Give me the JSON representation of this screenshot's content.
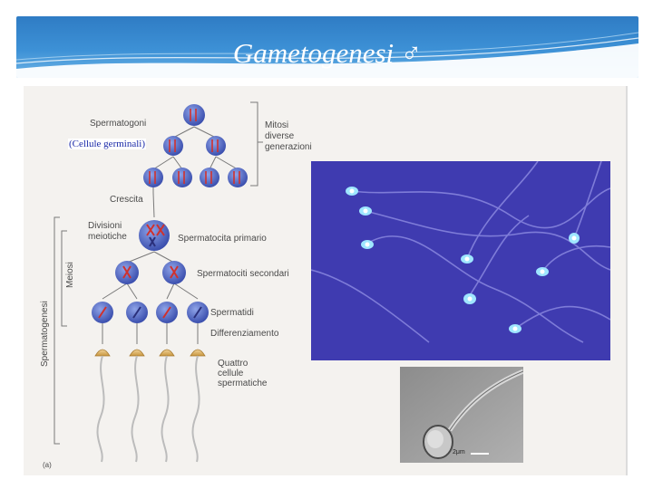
{
  "slide": {
    "title": "Gametogenesi ♂",
    "annotation": "(Cellule germinali)"
  },
  "diagram": {
    "labels": {
      "spermatogoni": "Spermatogoni",
      "mitosi": "Mitosi",
      "diverse": "diverse",
      "generazioni": "generazioni",
      "crescita": "Crescita",
      "divisioni": "Divisioni",
      "meiotiche": "meiotiche",
      "spermatocita_primario": "Spermatocita primario",
      "spermatociti_secondari": "Spermatociti secondari",
      "spermatidi": "Spermatidi",
      "differenziamento": "Differenziamento",
      "quattro": "Quattro",
      "cellule": "cellule",
      "spermatiche": "spermatiche",
      "meiosi": "Meiosi",
      "spermatogenesi": "Spermatogenesi",
      "panel_letter": "(a)"
    }
  },
  "micrograph": {
    "scale_bar": "2μm"
  },
  "colors": {
    "header": "#3d91d6",
    "annotation": "#1b2aa8",
    "cell": "#4b63c4",
    "micro_bg": "#3f3bb0"
  }
}
